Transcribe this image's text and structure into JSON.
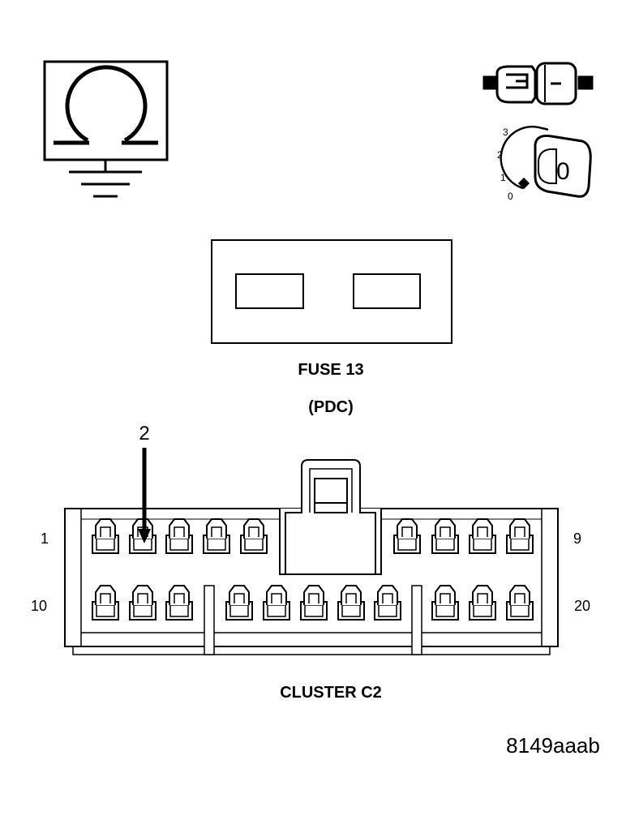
{
  "fuse": {
    "label": "FUSE 13",
    "sublabel": "(PDC)"
  },
  "ignition": {
    "positions": [
      "3",
      "2",
      "1",
      "0"
    ],
    "key_position": "0"
  },
  "connector": {
    "name": "CLUSTER C2",
    "pointer_pin": "2",
    "row1_first": "1",
    "row1_last": "9",
    "row2_first": "10",
    "row2_last": "20"
  },
  "figure_id": "8149aaab",
  "icons": [
    "ohmmeter-ground-icon",
    "ignition-switch-icon",
    "fuse-icon",
    "connector-icon"
  ]
}
